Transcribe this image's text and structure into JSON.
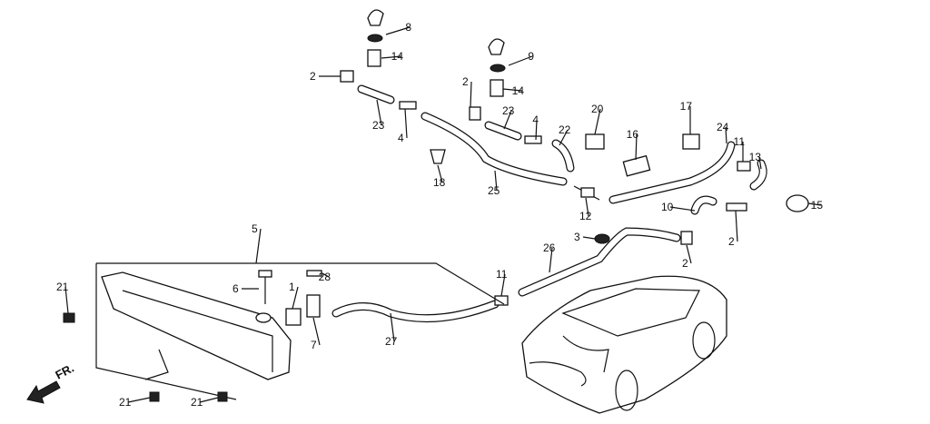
{
  "diagram": {
    "callouts": [
      "8",
      "14",
      "2",
      "9",
      "14",
      "2",
      "23",
      "4",
      "23",
      "4",
      "22",
      "20",
      "17",
      "16",
      "24",
      "11",
      "13",
      "18",
      "25",
      "12",
      "10",
      "15",
      "3",
      "2",
      "26",
      "2",
      "5",
      "28",
      "11",
      "21",
      "6",
      "1",
      "7",
      "27",
      "21",
      "21"
    ],
    "front_indicator": "FR."
  }
}
